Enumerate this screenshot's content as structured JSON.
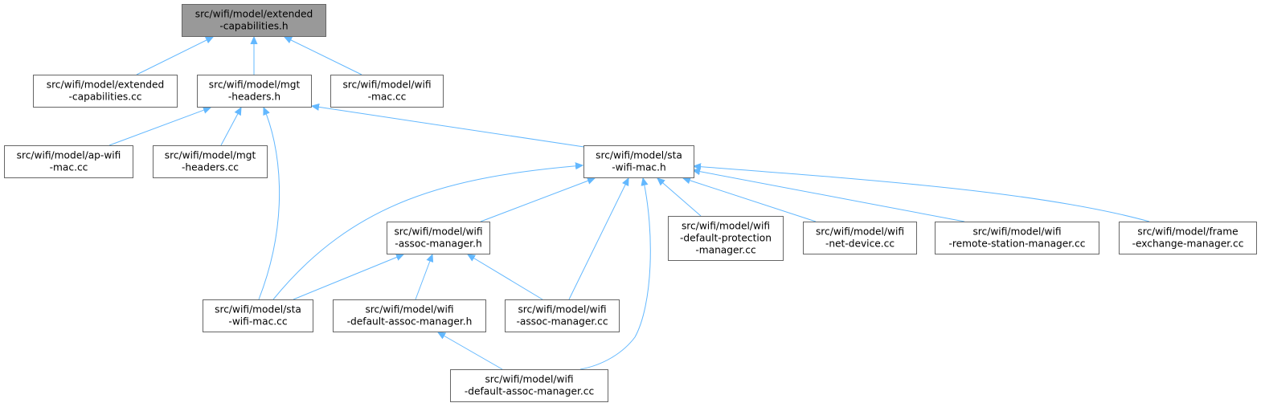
{
  "colors": {
    "edge": "#63b8ff",
    "node_border": "#666666",
    "node_fill": "#ffffff",
    "root_fill": "#999999",
    "text": "#000000"
  },
  "nodes": [
    {
      "id": "n0",
      "lines": [
        "src/wifi/model/extended",
        "-capabilities.h"
      ],
      "root": true
    },
    {
      "id": "n1",
      "lines": [
        "src/wifi/model/extended",
        "-capabilities.cc"
      ]
    },
    {
      "id": "n2",
      "lines": [
        "src/wifi/model/mgt",
        "-headers.h"
      ]
    },
    {
      "id": "n3",
      "lines": [
        "src/wifi/model/wifi",
        "-mac.cc"
      ]
    },
    {
      "id": "n4",
      "lines": [
        "src/wifi/model/ap-wifi",
        "-mac.cc"
      ]
    },
    {
      "id": "n5",
      "lines": [
        "src/wifi/model/mgt",
        "-headers.cc"
      ]
    },
    {
      "id": "n6",
      "lines": [
        "src/wifi/model/sta",
        "-wifi-mac.h"
      ]
    },
    {
      "id": "n7",
      "lines": [
        "src/wifi/model/wifi",
        "-assoc-manager.h"
      ]
    },
    {
      "id": "n8",
      "lines": [
        "src/wifi/model/wifi",
        "-default-protection",
        "-manager.cc"
      ]
    },
    {
      "id": "n9",
      "lines": [
        "src/wifi/model/wifi",
        "-net-device.cc"
      ]
    },
    {
      "id": "n10",
      "lines": [
        "src/wifi/model/wifi",
        "-remote-station-manager.cc"
      ]
    },
    {
      "id": "n11",
      "lines": [
        "src/wifi/model/frame",
        "-exchange-manager.cc"
      ]
    },
    {
      "id": "n12",
      "lines": [
        "src/wifi/model/sta",
        "-wifi-mac.cc"
      ]
    },
    {
      "id": "n13",
      "lines": [
        "src/wifi/model/wifi",
        "-default-assoc-manager.h"
      ]
    },
    {
      "id": "n14",
      "lines": [
        "src/wifi/model/wifi",
        "-assoc-manager.cc"
      ]
    },
    {
      "id": "n15",
      "lines": [
        "src/wifi/model/wifi",
        "-default-assoc-manager.cc"
      ]
    }
  ],
  "edges": [
    {
      "from": "n0",
      "to": "n1"
    },
    {
      "from": "n0",
      "to": "n2"
    },
    {
      "from": "n0",
      "to": "n3"
    },
    {
      "from": "n2",
      "to": "n4"
    },
    {
      "from": "n2",
      "to": "n5"
    },
    {
      "from": "n2",
      "to": "n6"
    },
    {
      "from": "n2",
      "to": "n12"
    },
    {
      "from": "n6",
      "to": "n12"
    },
    {
      "from": "n6",
      "to": "n7"
    },
    {
      "from": "n6",
      "to": "n14"
    },
    {
      "from": "n6",
      "to": "n15"
    },
    {
      "from": "n6",
      "to": "n8"
    },
    {
      "from": "n6",
      "to": "n9"
    },
    {
      "from": "n6",
      "to": "n10"
    },
    {
      "from": "n6",
      "to": "n11"
    },
    {
      "from": "n7",
      "to": "n12"
    },
    {
      "from": "n7",
      "to": "n13"
    },
    {
      "from": "n7",
      "to": "n14"
    },
    {
      "from": "n13",
      "to": "n15"
    }
  ]
}
